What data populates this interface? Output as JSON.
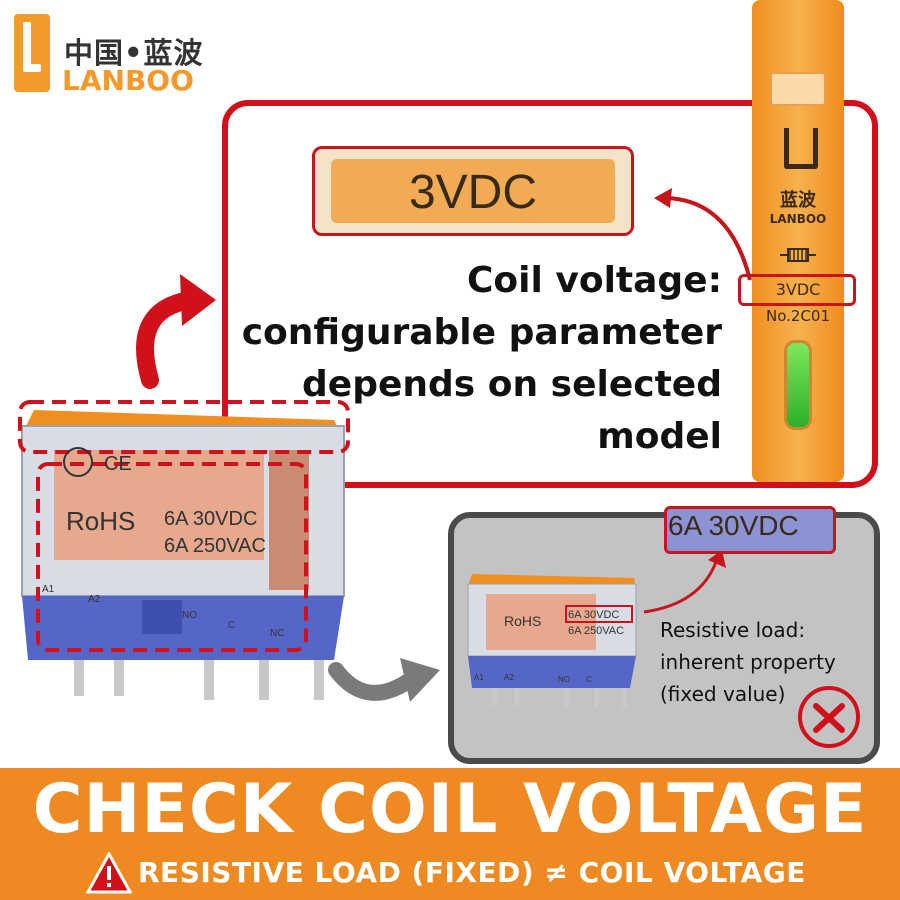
{
  "brand": {
    "cn": "中国•蓝波",
    "en": "LANBOO"
  },
  "label_zoom": {
    "text": "3VDC"
  },
  "coil_note": {
    "text": "Coil voltage:\nconfigurable parameter\ndepends on selected\nmodel"
  },
  "side_relay": {
    "brand_cn": "蓝波",
    "brand_en": "LANBOO",
    "voltage": "3VDC",
    "model": "No.2C01"
  },
  "big_relay": {
    "rohs": "RoHS",
    "rating_1": "6A  30VDC",
    "rating_2": "6A  250VAC",
    "pin_a1": "A1",
    "pin_a2": "A2",
    "pin_no": "NO",
    "pin_c": "C",
    "pin_nc": "NC"
  },
  "panel": {
    "zoom_text": "6A  30VDC",
    "note": "Resistive load:\ninherent property\n(fixed value)",
    "small_relay": {
      "rohs": "RoHS",
      "rating_1": "6A  30VDC",
      "rating_2": "6A  250VAC",
      "pin_a1": "A1",
      "pin_a2": "A2",
      "pin_no": "NO",
      "pin_c": "C"
    }
  },
  "banner": {
    "title": "CHECK COIL VOLTAGE",
    "subtitle": "RESISTIVE LOAD (FIXED) ≠ COIL VOLTAGE"
  },
  "colors": {
    "brand_orange": "#f39a2b",
    "alert_red": "#d0111b",
    "banner_orange": "#ee8a21",
    "panel_grey": "#c3c3c3"
  },
  "icons": [
    "warning-icon",
    "cross-icon",
    "coil-icon",
    "curved-arrow-icon"
  ]
}
